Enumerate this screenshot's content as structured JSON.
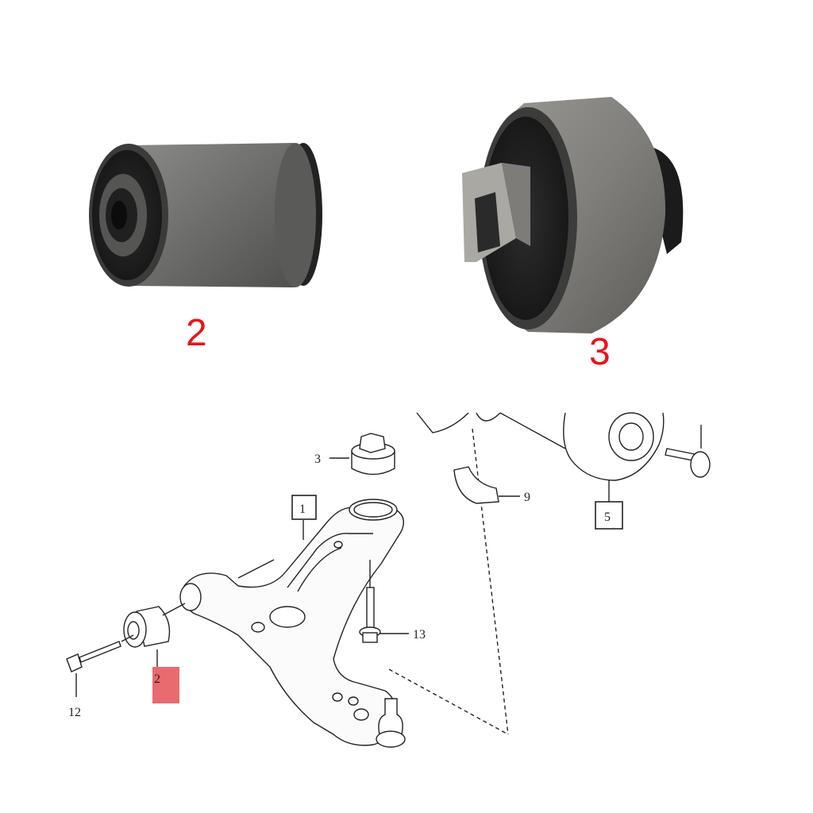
{
  "photos": {
    "bushing_2": {
      "label": "2"
    },
    "bushing_3": {
      "label": "3"
    }
  },
  "diagram": {
    "callouts": {
      "c1": "1",
      "c2": "2",
      "c3": "3",
      "c5": "5",
      "c9": "9",
      "c12": "12",
      "c13": "13"
    },
    "highlight_color": "#e96a6f"
  }
}
